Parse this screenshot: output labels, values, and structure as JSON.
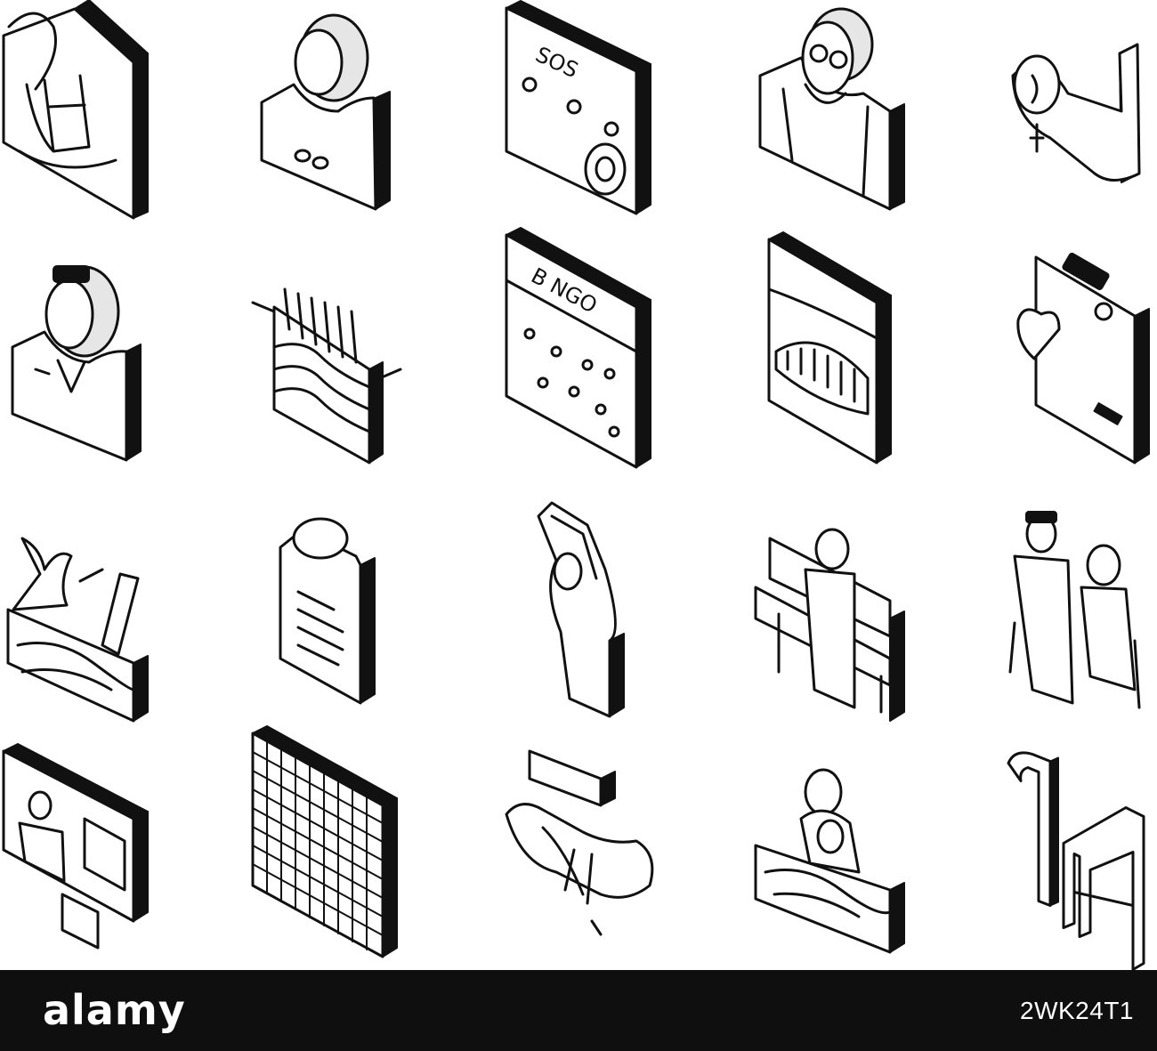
{
  "icon_sheet": {
    "stroke_color": "#111111",
    "fill_color": "#ffffff",
    "icons": [
      {
        "name": "rocking-chair-house-icon"
      },
      {
        "name": "woman-portrait-icon"
      },
      {
        "name": "sos-tablet-icon",
        "text": "SOS"
      },
      {
        "name": "elderly-man-glasses-icon"
      },
      {
        "name": "arm-bandage-icon"
      },
      {
        "name": "nurse-portrait-icon"
      },
      {
        "name": "knitting-icon"
      },
      {
        "name": "bingo-card-icon",
        "text": "B NGO"
      },
      {
        "name": "dentures-box-icon"
      },
      {
        "name": "clipboard-heart-icon"
      },
      {
        "name": "gardening-planter-icon"
      },
      {
        "name": "pill-jar-icon"
      },
      {
        "name": "stretching-person-icon"
      },
      {
        "name": "person-on-bench-icon"
      },
      {
        "name": "elderly-couple-icon"
      },
      {
        "name": "video-call-monitor-icon"
      },
      {
        "name": "crossword-grid-icon"
      },
      {
        "name": "helping-hands-icon"
      },
      {
        "name": "person-in-water-icon"
      },
      {
        "name": "cane-walker-icon"
      }
    ]
  },
  "footer": {
    "brand": "alamy",
    "image_id": "2WK24T1",
    "background": "#0f0f0f",
    "text_color": "#ffffff"
  }
}
